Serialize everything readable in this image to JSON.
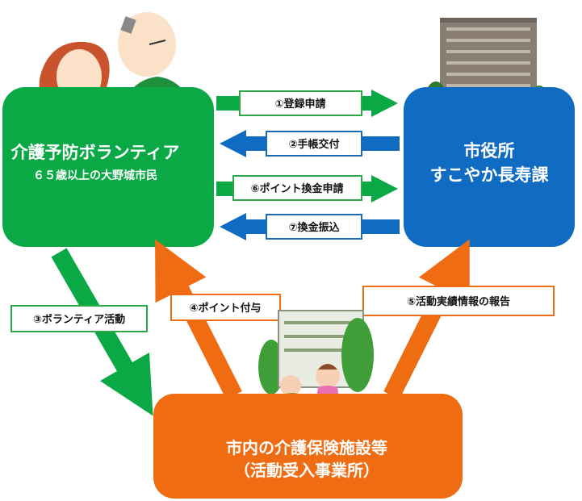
{
  "volunteer": {
    "title": "介護予防ボランティア",
    "subtitle": "６５歳以上の大野城市民"
  },
  "city_office": {
    "line1": "市役所",
    "line2": "すこやか長寿課"
  },
  "facility": {
    "line1": "市内の介護保険施設等",
    "line2": "（活動受入事業所）"
  },
  "steps": {
    "s1": "①登録申請",
    "s2": "②手帳交付",
    "s3": "③ボランティア活動",
    "s4": "④ポイント付与",
    "s5": "⑤活動実績情報の報告",
    "s6": "⑥ポイント換金申請",
    "s7": "⑦換金振込"
  },
  "colors": {
    "green": "#0aa945",
    "blue": "#0f6cc2",
    "orange": "#ef6c12",
    "label_green_border": "#2ba84a",
    "label_blue_border": "#1a6bb5",
    "label_orange_border": "#ef6c12"
  }
}
